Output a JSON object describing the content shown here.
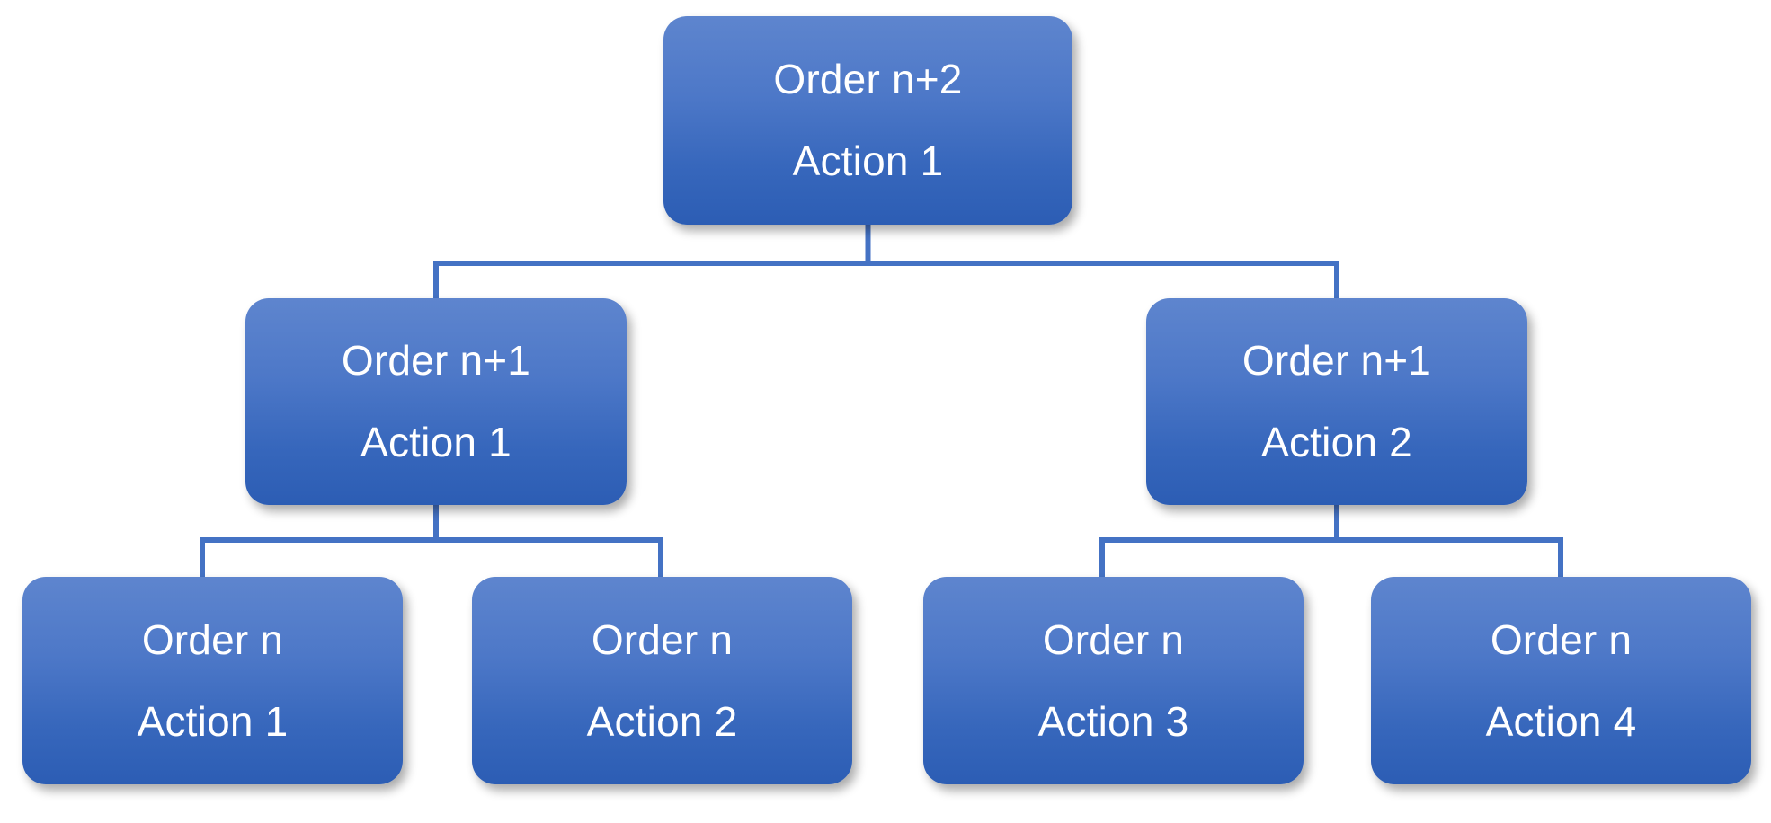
{
  "diagram": {
    "type": "tree",
    "orientation": "top-down",
    "background_color": "#ffffff",
    "node_fill_top": "#5E85CE",
    "node_fill_bottom": "#2C5DB4",
    "connector_color": "#4472C4",
    "text_color": "#ffffff",
    "levels": [
      {
        "level": 0,
        "label": "Order n+2",
        "nodes": [
          {
            "id": "root",
            "order": "Order n+2",
            "action": "Action 1"
          }
        ]
      },
      {
        "level": 1,
        "label": "Order n+1",
        "nodes": [
          {
            "id": "mid-left",
            "order": "Order n+1",
            "action": "Action 1"
          },
          {
            "id": "mid-right",
            "order": "Order n+1",
            "action": "Action 2"
          }
        ]
      },
      {
        "level": 2,
        "label": "Order n",
        "nodes": [
          {
            "id": "leaf-1",
            "order": "Order n",
            "action": "Action 1"
          },
          {
            "id": "leaf-2",
            "order": "Order n",
            "action": "Action 2"
          },
          {
            "id": "leaf-3",
            "order": "Order n",
            "action": "Action 3"
          },
          {
            "id": "leaf-4",
            "order": "Order n",
            "action": "Action 4"
          }
        ]
      }
    ],
    "edges": [
      {
        "from": "root",
        "to": "mid-left"
      },
      {
        "from": "root",
        "to": "mid-right"
      },
      {
        "from": "mid-left",
        "to": "leaf-1"
      },
      {
        "from": "mid-left",
        "to": "leaf-2"
      },
      {
        "from": "mid-right",
        "to": "leaf-3"
      },
      {
        "from": "mid-right",
        "to": "leaf-4"
      }
    ]
  },
  "nodes": {
    "root": {
      "order": "Order n+2",
      "action": "Action 1"
    },
    "mid_left": {
      "order": "Order n+1",
      "action": "Action 1"
    },
    "mid_right": {
      "order": "Order n+1",
      "action": "Action 2"
    },
    "leaf_1": {
      "order": "Order n",
      "action": "Action 1"
    },
    "leaf_2": {
      "order": "Order n",
      "action": "Action 2"
    },
    "leaf_3": {
      "order": "Order n",
      "action": "Action 3"
    },
    "leaf_4": {
      "order": "Order n",
      "action": "Action 4"
    }
  }
}
